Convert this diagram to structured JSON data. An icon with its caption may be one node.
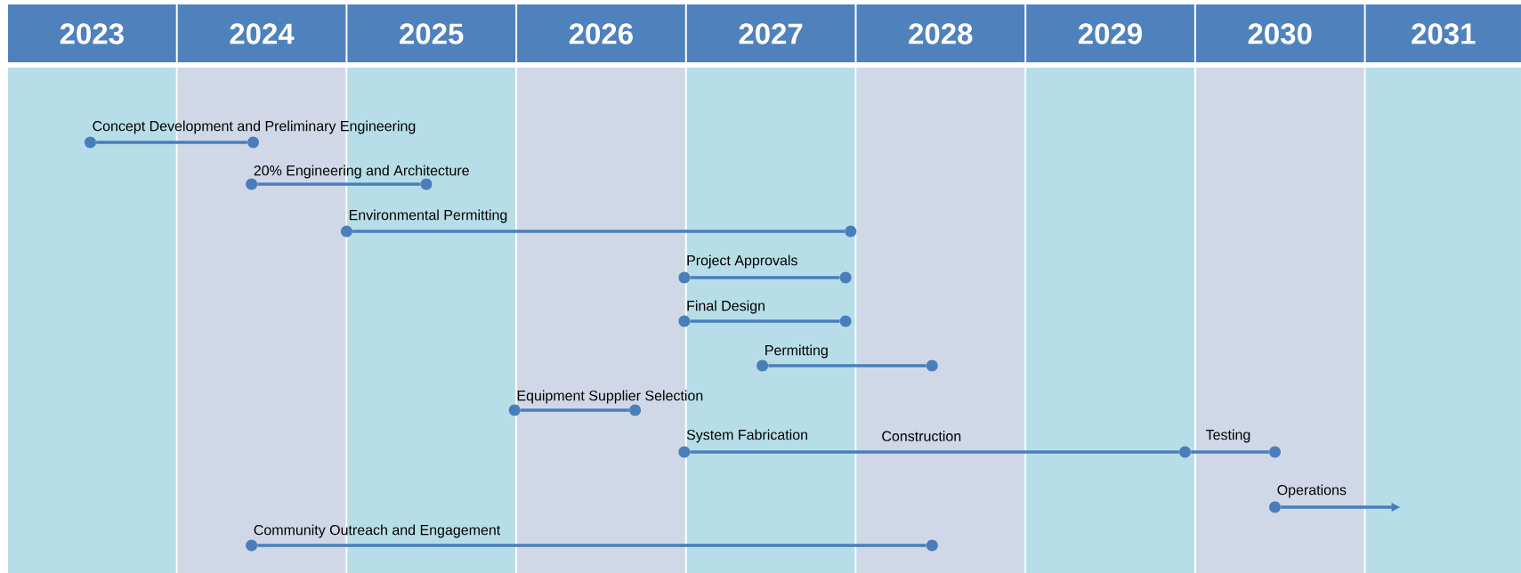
{
  "diagram": {
    "nodes": [
      {
        "text": [],
        "shape": "circle"
      },
      {
        "text": [],
        "shape": "circle"
      },
      {
        "text": [],
        "shape": "circle"
      },
      {
        "text": [],
        "shape": "circle"
      },
      {
        "text": [],
        "shape": "circle"
      },
      {
        "text": [],
        "shape": "circle"
      },
      {
        "text": [],
        "shape": "circle"
      },
      {
        "text": [],
        "shape": "circle"
      },
      {
        "text": [],
        "shape": "circle"
      },
      {
        "text": [],
        "shape": "circle"
      },
      {
        "text": [],
        "shape": "circle"
      },
      {
        "text": [],
        "shape": "circle"
      },
      {
        "text": [],
        "shape": "circle"
      },
      {
        "text": [],
        "shape": "circle"
      },
      {
        "text": [],
        "shape": "circle"
      },
      {
        "text": [],
        "shape": "circle"
      },
      {
        "text": [],
        "shape": "circle"
      },
      {
        "text": [],
        "shape": "circle"
      },
      {
        "text": [],
        "shape": "circle"
      },
      {
        "text": [],
        "shape": "circle"
      }
    ],
    "edges": [
      {
        "from": 0,
        "to": 1,
        "arrow": "none",
        "label": "Concept Development and Preliminary Engineering"
      },
      {
        "from": 2,
        "to": 3,
        "arrow": "none",
        "label": "20% Engineering and Architecture"
      },
      {
        "from": 4,
        "to": 5,
        "arrow": "none",
        "label": "Environmental Permitting"
      },
      {
        "from": 6,
        "to": 7,
        "arrow": "none",
        "label": "Project Approvals"
      },
      {
        "from": 8,
        "to": 9,
        "arrow": "none",
        "label": "Final Design"
      },
      {
        "from": 10,
        "to": 11,
        "arrow": "none",
        "label": "Permitting"
      },
      {
        "from": 12,
        "to": 13,
        "arrow": "none",
        "label": "Equipment Supplier Selection"
      },
      {
        "from": 14,
        "to": 15,
        "arrow": "none",
        "label": "Construction"
      },
      {
        "from": 15,
        "to": 16,
        "arrow": "none",
        "label": "Testing"
      },
      {
        "from": 17,
        "to": null,
        "arrow": "to",
        "label": "Operations"
      },
      {
        "from": 18,
        "to": 19,
        "arrow": "none",
        "label": "Community Outreach and Engagement"
      }
    ],
    "labels": [
      "2023",
      "2024",
      "2025",
      "2026",
      "2027",
      "2028",
      "2029",
      "2030",
      "2031",
      "System Fabrication"
    ]
  }
}
